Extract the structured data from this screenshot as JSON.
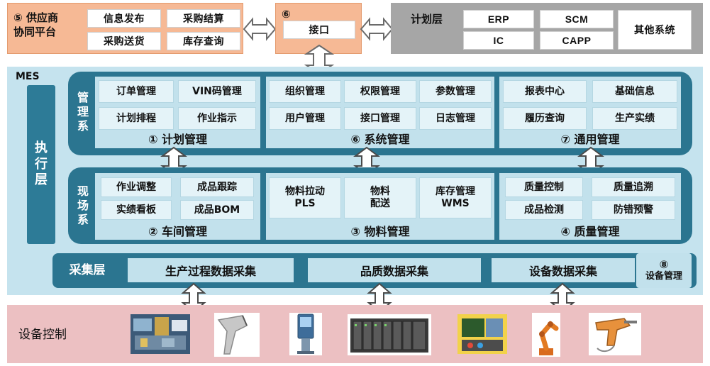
{
  "supplier": {
    "title_num": "⑤",
    "title_line1": "供应商",
    "title_line2": "协同平台",
    "items": [
      "信息发布",
      "采购结算",
      "采购送货",
      "库存查询"
    ]
  },
  "interface_top": {
    "num": "⑥",
    "label": "接口"
  },
  "plan_layer": {
    "label": "计划层",
    "items": [
      "ERP",
      "SCM",
      "IC",
      "CAPP"
    ],
    "other": "其他系统"
  },
  "mes": {
    "label": "MES",
    "exec_label": [
      "执",
      "行",
      "层"
    ],
    "mgmt_label": [
      "管",
      "理",
      "系"
    ],
    "field_label": [
      "现",
      "场",
      "系"
    ],
    "plan_mgmt": {
      "items": [
        "订单管理",
        "VIN码管理",
        "计划排程",
        "作业指示"
      ],
      "title": "① 计划管理"
    },
    "sys_mgmt": {
      "items": [
        "组织管理",
        "权限管理",
        "参数管理",
        "用户管理",
        "接口管理",
        "日志管理"
      ],
      "title": "⑥ 系统管理"
    },
    "gen_mgmt": {
      "items": [
        "报表中心",
        "基础信息",
        "履历查询",
        "生产实绩"
      ],
      "title": "⑦ 通用管理"
    },
    "shop_mgmt": {
      "items": [
        "作业调整",
        "成品跟踪",
        "实绩看板",
        "成品BOM"
      ],
      "title": "② 车间管理"
    },
    "mat_mgmt": {
      "items": [
        [
          "物料拉动",
          "PLS"
        ],
        [
          "物料",
          "配送"
        ],
        [
          "库存管理",
          "WMS"
        ]
      ],
      "title": "③ 物料管理"
    },
    "qual_mgmt": {
      "items": [
        "质量控制",
        "质量追溯",
        "成品检测",
        "防错预警"
      ],
      "title": "④ 质量管理"
    }
  },
  "collect": {
    "label": "采集层",
    "items": [
      "生产过程数据采集",
      "品质数据采集",
      "设备数据采集"
    ],
    "equip_num": "⑧",
    "equip_label": "设备管理"
  },
  "device_control": {
    "label": "设备控制"
  },
  "colors": {
    "orange": "#f6b995",
    "gray": "#a6a6a6",
    "mes_bg": "#c5e3ee",
    "band": "#2b7590",
    "pink": "#ecc0c2"
  }
}
